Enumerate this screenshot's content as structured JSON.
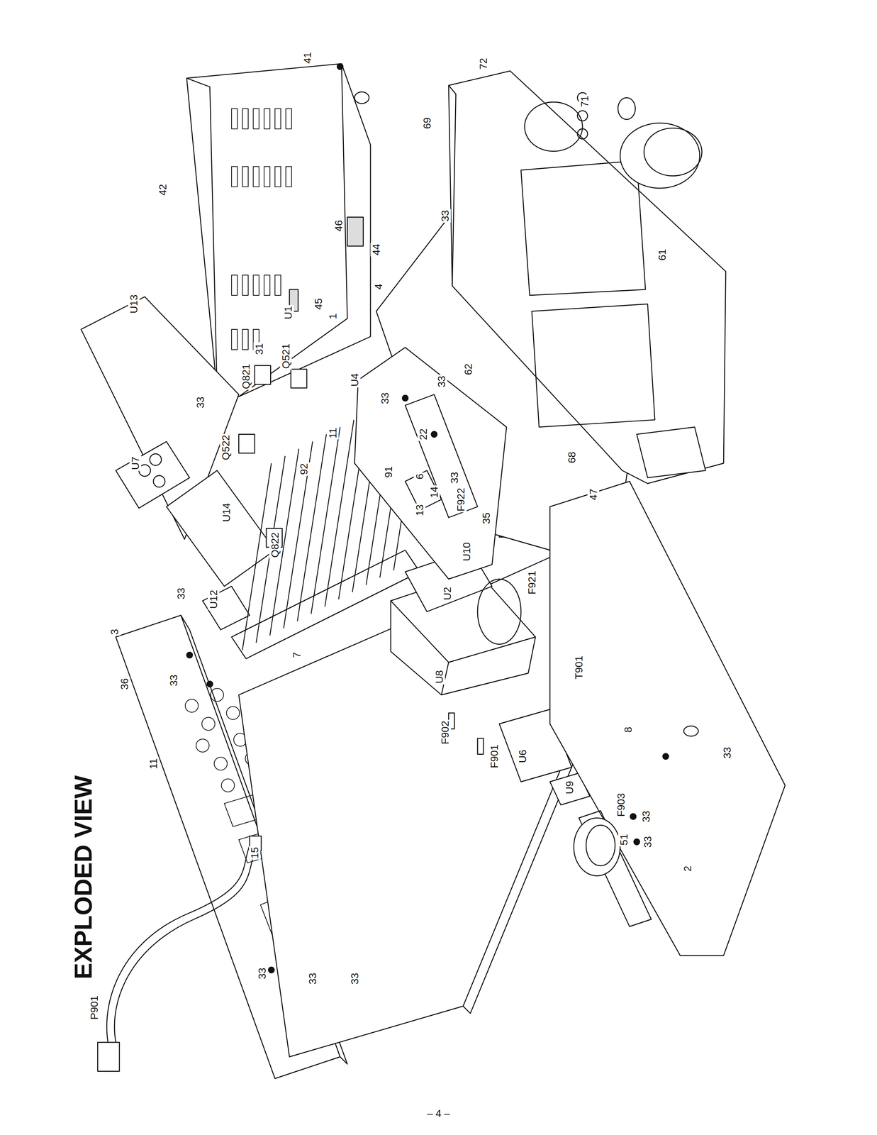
{
  "diagram": {
    "title": "EXPLODED VIEW",
    "caption": "– 4 –",
    "labels": [
      "P901",
      "15",
      "33",
      "33",
      "33",
      "11",
      "36",
      "33",
      "3",
      "7",
      "33",
      "U12",
      "U7",
      "U14",
      "Q822",
      "Q522",
      "92",
      "33",
      "Q821",
      "31",
      "Q521",
      "U1",
      "U13",
      "42",
      "41",
      "46",
      "44",
      "45",
      "1",
      "4",
      "69",
      "72",
      "71",
      "33",
      "61",
      "U4",
      "33",
      "11",
      "22",
      "33",
      "62",
      "91",
      "6",
      "33",
      "14",
      "13",
      "F922",
      "35",
      "U10",
      "68",
      "47",
      "U2",
      "F921",
      "T901",
      "U8",
      "F902",
      "F901",
      "U6",
      "U9",
      "8",
      "F903",
      "33",
      "51",
      "33",
      "2",
      "33"
    ]
  }
}
